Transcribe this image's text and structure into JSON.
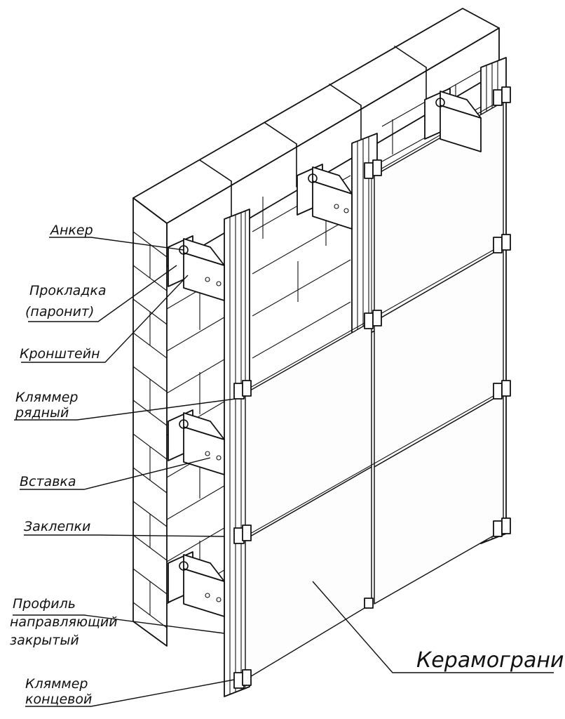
{
  "labels": {
    "anchor": "Анкер",
    "gasket_line1": "Прокладка",
    "gasket_line2": "(паронит)",
    "bracket": "Кронштейн",
    "clamp_row_line1": "Кляммер",
    "clamp_row_line2": "рядный",
    "insert": "Вставка",
    "rivets": "Заклепки",
    "profile_line1": "Профиль",
    "profile_line2": "направляющий",
    "profile_line3": "закрытый",
    "clamp_end_line1": "Кляммер",
    "clamp_end_line2": "концевой",
    "porcelain": "Керамогранит"
  }
}
